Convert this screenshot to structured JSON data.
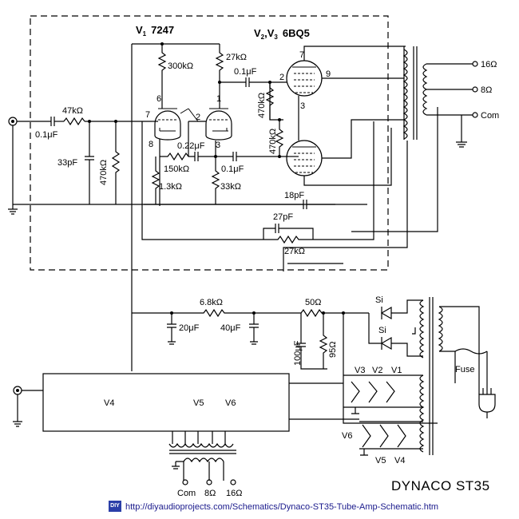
{
  "title": "DYNACO ST35",
  "url": "http://diyaudioprojects.com/Schematics/Dynaco-ST35-Tube-Amp-Schematic.htm",
  "badge": "DIY",
  "tubes": {
    "v1_prefix": "V",
    "v1_sub": "1",
    "v1_type": "7247",
    "v23_prefix": "V",
    "v2_sub": "2",
    "v3_sub": "3",
    "v23_type": "6BQ5",
    "v4": "V4",
    "v5": "V5",
    "v6": "V6",
    "pin": {
      "p7": "7",
      "p6": "6",
      "p8": "8",
      "p2": "2",
      "p1": "1",
      "p3": "3",
      "p7b": "7",
      "p2b": "2",
      "p9": "9",
      "p3b": "3"
    }
  },
  "components": {
    "r_input": "47kΩ",
    "c_input": "0.1μF",
    "c_33p": "33pF",
    "r_470k_grid": "470kΩ",
    "r_300k": "300kΩ",
    "r_27k_plate": "27kΩ",
    "c_01_coupling_top": "0.1μF",
    "r_470k_a": "470kΩ",
    "r_470k_b": "470kΩ",
    "c_022": "0.22μF",
    "r_150k": "150kΩ",
    "c_01_coupling_bot": "0.1μF",
    "r_1_3k": "1.3kΩ",
    "r_33k": "33kΩ",
    "c_18p": "18pF",
    "c_27p": "27pF",
    "r_27k_fb": "27kΩ",
    "r_6_8k": "6.8kΩ",
    "c_20u": "20μF",
    "c_40u": "40μF",
    "r_50": "50Ω",
    "c_100u": "100μF",
    "r_95": "95Ω",
    "diode_1": "Si",
    "diode_2": "Si",
    "fuse": "Fuse"
  },
  "outputs": {
    "o16": "16Ω",
    "o8": "8Ω",
    "ocom": "Com",
    "b_com": "Com",
    "b_8": "8Ω",
    "b_16": "16Ω"
  },
  "heaters": {
    "top": [
      "V3",
      "V2",
      "V1"
    ],
    "bottom": [
      "V6",
      "V5",
      "V4"
    ]
  }
}
